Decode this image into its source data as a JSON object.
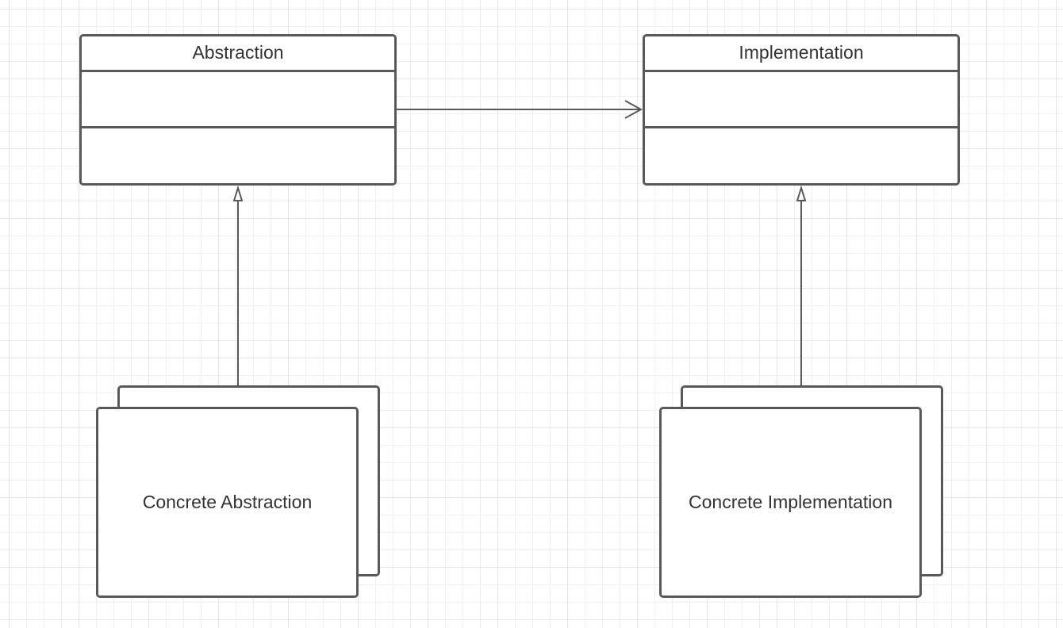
{
  "diagram": {
    "abstraction": {
      "name": "Abstraction"
    },
    "implementation": {
      "name": "Implementation"
    },
    "concrete_abstraction": {
      "label": "Concrete Abstraction"
    },
    "concrete_implementation": {
      "label": "Concrete Implementation"
    },
    "colors": {
      "background": "#ffffff",
      "grid_major": "#e4e4e4",
      "grid_minor": "#efefef",
      "shape_stroke": "#595959",
      "text": "#333333"
    }
  }
}
